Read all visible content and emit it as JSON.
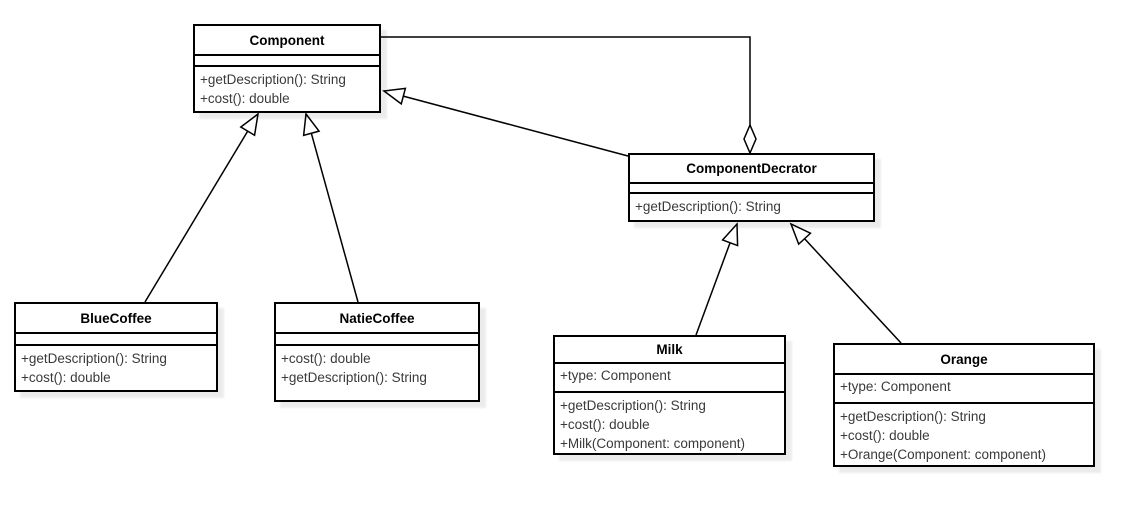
{
  "diagram": {
    "kind": "uml-class-diagram",
    "pattern": "Decorator"
  },
  "colors": {
    "background": "#ffffff",
    "stroke": "#000000",
    "member_text": "#3a3a3a",
    "shadow": "#ececec"
  },
  "classes": {
    "component": {
      "name": "Component",
      "attributes": [],
      "methods": [
        "+getDescription(): String",
        "+cost(): double"
      ]
    },
    "decorator": {
      "name": "ComponentDecrator",
      "attributes": [],
      "methods": [
        "+getDescription(): String"
      ]
    },
    "blueCoffee": {
      "name": "BlueCoffee",
      "attributes": [],
      "methods": [
        "+getDescription(): String",
        "+cost(): double"
      ]
    },
    "natieCoffee": {
      "name": "NatieCoffee",
      "attributes": [],
      "methods": [
        "+cost(): double",
        "+getDescription(): String"
      ]
    },
    "milk": {
      "name": "Milk",
      "attributes": [
        "+type: Component"
      ],
      "methods": [
        "+getDescription(): String",
        "+cost(): double",
        "+Milk(Component: component)"
      ]
    },
    "orange": {
      "name": "Orange",
      "attributes": [
        "+type: Component"
      ],
      "methods": [
        "+getDescription(): String",
        "+cost(): double",
        "+Orange(Component: component)"
      ]
    }
  },
  "relationships": [
    {
      "type": "generalization",
      "from": "BlueCoffee",
      "to": "Component"
    },
    {
      "type": "generalization",
      "from": "NatieCoffee",
      "to": "Component"
    },
    {
      "type": "generalization",
      "from": "ComponentDecrator",
      "to": "Component"
    },
    {
      "type": "generalization",
      "from": "Milk",
      "to": "ComponentDecrator"
    },
    {
      "type": "generalization",
      "from": "Orange",
      "to": "ComponentDecrator"
    },
    {
      "type": "aggregation",
      "from": "ComponentDecrator",
      "to": "Component"
    }
  ]
}
